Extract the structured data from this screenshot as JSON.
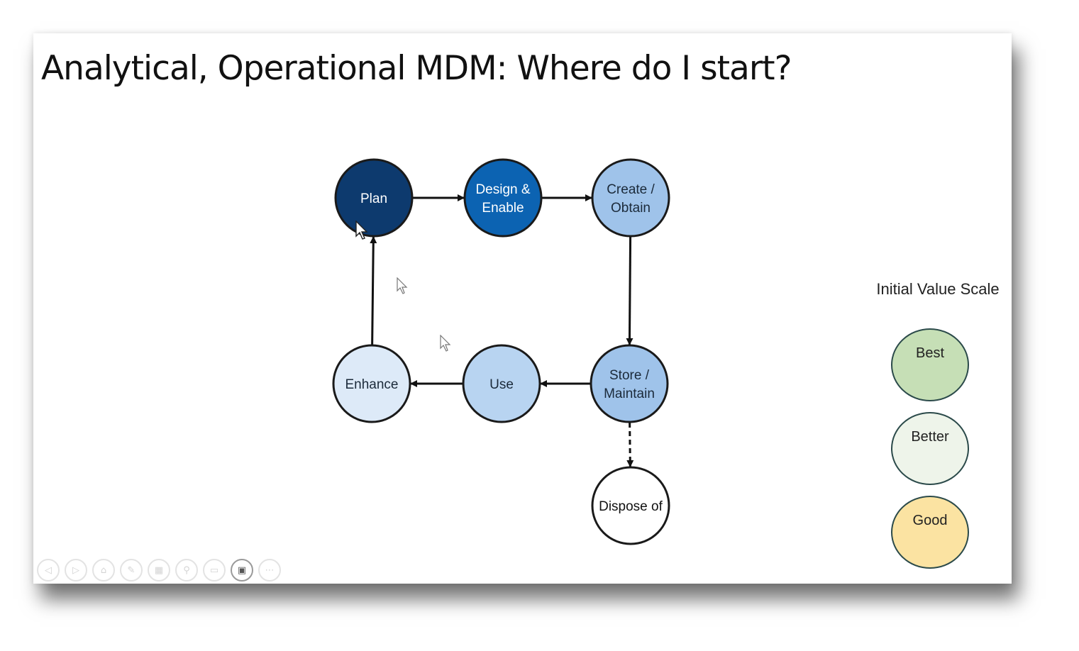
{
  "slide": {
    "title": "Analytical, Operational MDM: Where do I start?"
  },
  "lifecycle": {
    "nodes": [
      {
        "id": "plan",
        "lines": [
          "Plan"
        ],
        "fill": "#0d3a6e",
        "text_color": "#ffffff"
      },
      {
        "id": "design-enable",
        "lines": [
          "Design &",
          "Enable"
        ],
        "fill": "#0c63b2",
        "text_color": "#ffffff"
      },
      {
        "id": "create-obtain",
        "lines": [
          "Create /",
          "Obtain"
        ],
        "fill": "#9fc3ea",
        "text_color": "#1b2a3a"
      },
      {
        "id": "store-maintain",
        "lines": [
          "Store /",
          "Maintain"
        ],
        "fill": "#9fc3ea",
        "text_color": "#1b2a3a"
      },
      {
        "id": "use",
        "lines": [
          "Use"
        ],
        "fill": "#b8d4f1",
        "text_color": "#1b2a3a"
      },
      {
        "id": "enhance",
        "lines": [
          "Enhance"
        ],
        "fill": "#ddeaf8",
        "text_color": "#1b2a3a"
      },
      {
        "id": "dispose-of",
        "lines": [
          "Dispose of"
        ],
        "fill": "#ffffff",
        "text_color": "#111111"
      }
    ],
    "edges": [
      {
        "from": "plan",
        "to": "design-enable",
        "style": "solid"
      },
      {
        "from": "design-enable",
        "to": "create-obtain",
        "style": "solid"
      },
      {
        "from": "create-obtain",
        "to": "store-maintain",
        "style": "solid"
      },
      {
        "from": "store-maintain",
        "to": "use",
        "style": "solid"
      },
      {
        "from": "use",
        "to": "enhance",
        "style": "solid"
      },
      {
        "from": "enhance",
        "to": "plan",
        "style": "solid"
      },
      {
        "from": "store-maintain",
        "to": "dispose-of",
        "style": "dashed"
      }
    ]
  },
  "value_scale": {
    "title": "Initial Value Scale",
    "levels": [
      {
        "label": "Best",
        "color": "#c6dfb6"
      },
      {
        "label": "Better",
        "color": "#eef4ea"
      },
      {
        "label": "Good",
        "color": "#fbe3a2"
      }
    ]
  },
  "toolbar": {
    "buttons": [
      {
        "name": "previous-slide-button",
        "icon": "previous-icon",
        "glyph": "◁",
        "active": false
      },
      {
        "name": "next-slide-button",
        "icon": "next-icon",
        "glyph": "▷",
        "active": false
      },
      {
        "name": "home-button",
        "icon": "home-icon",
        "glyph": "⌂",
        "active": false
      },
      {
        "name": "pen-button",
        "icon": "pen-icon",
        "glyph": "✎",
        "active": false
      },
      {
        "name": "slides-overview-button",
        "icon": "slides-icon",
        "glyph": "▦",
        "active": false
      },
      {
        "name": "zoom-button",
        "icon": "magnifier-icon",
        "glyph": "⚲",
        "active": false
      },
      {
        "name": "subtitles-button",
        "icon": "subtitles-icon",
        "glyph": "▭",
        "active": false
      },
      {
        "name": "camera-button",
        "icon": "video-camera-icon",
        "glyph": "▣",
        "active": true
      },
      {
        "name": "more-options-button",
        "icon": "more-icon",
        "glyph": "⋯",
        "active": false
      }
    ]
  }
}
